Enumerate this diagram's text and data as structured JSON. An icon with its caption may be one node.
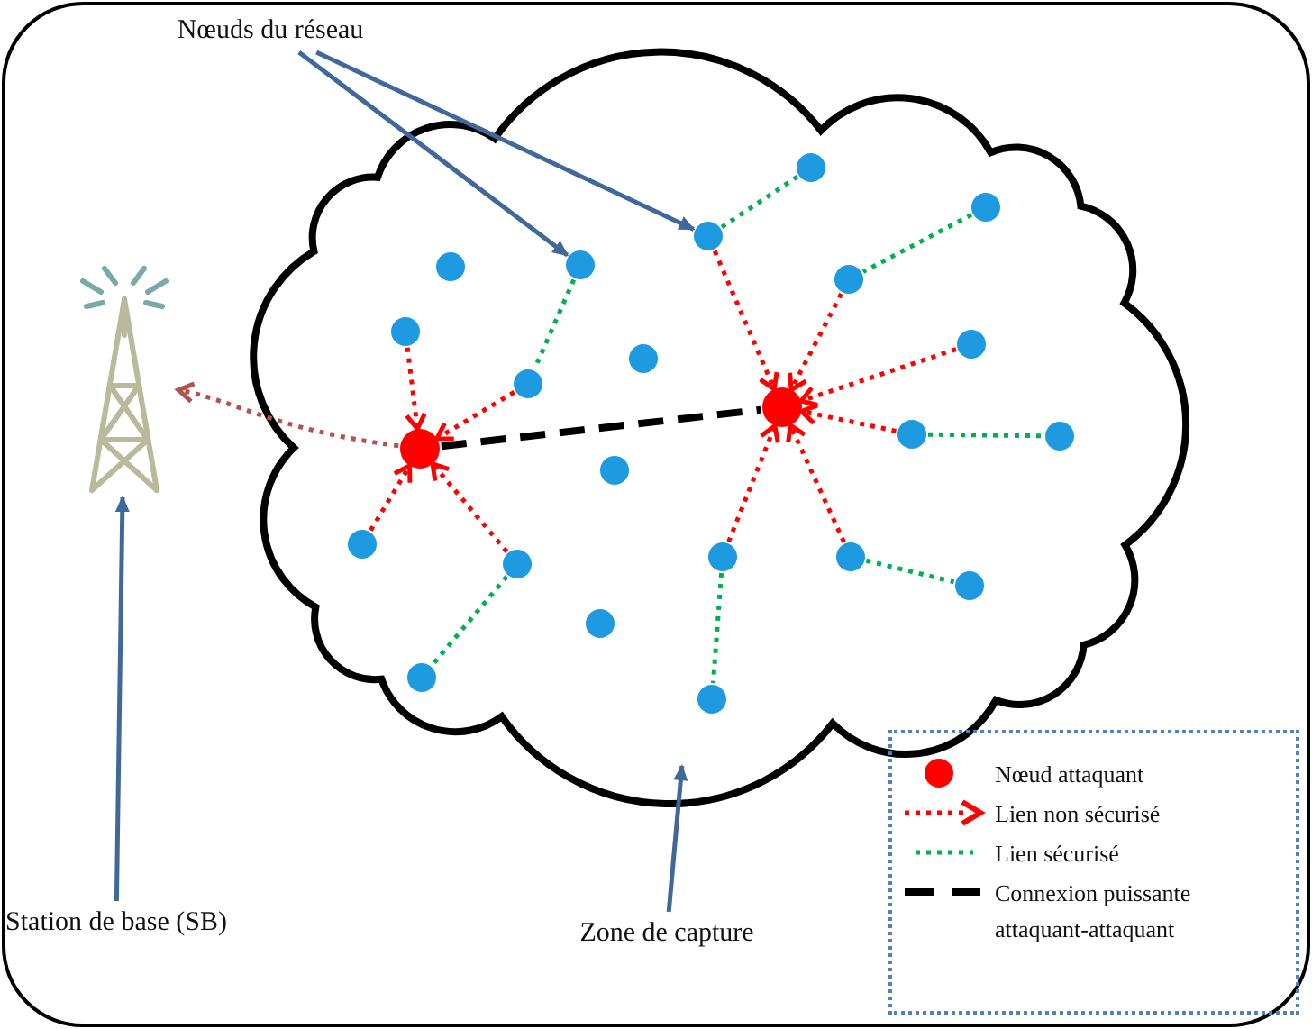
{
  "diagram": {
    "nodes": [
      {
        "text": [
          "Nœuds du réseau"
        ]
      },
      {
        "text": [],
        "shape": "picture"
      },
      {
        "text": [],
        "shape": "cloud"
      },
      {
        "text": [],
        "shape": "circle",
        "in": 2
      },
      {
        "text": [],
        "shape": "circle",
        "in": 2
      },
      {
        "text": [],
        "shape": "circle",
        "in": 2
      },
      {
        "text": [],
        "shape": "circle",
        "in": 2
      },
      {
        "text": [],
        "shape": "circle",
        "in": 2
      },
      {
        "text": [],
        "shape": "circle",
        "in": 2
      },
      {
        "text": [],
        "shape": "circle",
        "in": 2
      },
      {
        "text": [],
        "shape": "circle",
        "in": 2
      },
      {
        "text": [],
        "shape": "circle",
        "in": 2
      },
      {
        "text": [],
        "shape": "circle",
        "in": 2
      },
      {
        "text": [],
        "shape": "circle",
        "in": 2
      },
      {
        "text": [],
        "shape": "circle",
        "in": 2
      },
      {
        "text": [],
        "shape": "circle",
        "in": 2
      },
      {
        "text": [],
        "shape": "circle",
        "in": 2
      },
      {
        "text": [],
        "shape": "circle",
        "in": 2
      },
      {
        "text": [],
        "shape": "circle",
        "in": 2
      },
      {
        "text": [],
        "shape": "circle",
        "in": 2
      },
      {
        "text": [],
        "shape": "circle",
        "in": 2
      },
      {
        "text": [],
        "shape": "circle",
        "in": 2
      },
      {
        "text": [],
        "shape": "circle",
        "in": 2
      },
      {
        "text": [],
        "shape": "circle",
        "in": 2
      },
      {
        "text": [],
        "shape": "circle",
        "in": 2
      },
      {
        "text": [],
        "shape": "circle",
        "in": 2
      },
      {
        "text": [
          "Station de base (SB)"
        ]
      },
      {
        "text": [
          "Zone de capture"
        ]
      }
    ],
    "edges": [
      {
        "from": 0,
        "to": 6,
        "arrow": "to",
        "color": "#41689a"
      },
      {
        "from": 0,
        "to": 5,
        "arrow": "to",
        "color": "#41689a"
      },
      {
        "from": 26,
        "to": 1,
        "arrow": "to",
        "color": "#41689a"
      },
      {
        "from": 27,
        "to": 2,
        "arrow": "to",
        "color": "#41689a"
      },
      {
        "from": 9,
        "to": 16,
        "arrow": "to",
        "style": "dashed",
        "color": "#ff0000"
      },
      {
        "from": 12,
        "to": 16,
        "arrow": "to",
        "style": "dashed",
        "color": "#ff0000"
      },
      {
        "from": 18,
        "to": 16,
        "arrow": "to",
        "style": "dashed",
        "color": "#ff0000"
      },
      {
        "from": 21,
        "to": 16,
        "arrow": "to",
        "style": "dashed",
        "color": "#ff0000"
      },
      {
        "from": 6,
        "to": 12,
        "arrow": "none",
        "style": "dashed",
        "color": "#00b050"
      },
      {
        "from": 21,
        "to": 24,
        "arrow": "none",
        "style": "dashed",
        "color": "#00b050"
      },
      {
        "from": 16,
        "to": 1,
        "arrow": "to",
        "style": "dashed",
        "color": "#b5514d"
      },
      {
        "from": 16,
        "to": 13,
        "arrow": "none",
        "style": "dashed",
        "color": "#000000"
      },
      {
        "from": 5,
        "to": 13,
        "arrow": "to",
        "style": "dashed",
        "color": "#ff0000"
      },
      {
        "from": 8,
        "to": 13,
        "arrow": "to",
        "style": "dashed",
        "color": "#ff0000"
      },
      {
        "from": 10,
        "to": 13,
        "arrow": "to",
        "style": "dashed",
        "color": "#ff0000"
      },
      {
        "from": 14,
        "to": 13,
        "arrow": "to",
        "style": "dashed",
        "color": "#ff0000"
      },
      {
        "from": 19,
        "to": 13,
        "arrow": "to",
        "style": "dashed",
        "color": "#ff0000"
      },
      {
        "from": 20,
        "to": 13,
        "arrow": "to",
        "style": "dashed",
        "color": "#ff0000"
      },
      {
        "from": 3,
        "to": 5,
        "arrow": "none",
        "style": "dashed",
        "color": "#00b050"
      },
      {
        "from": 4,
        "to": 8,
        "arrow": "none",
        "style": "dashed",
        "color": "#00b050"
      },
      {
        "from": 14,
        "to": 15,
        "arrow": "none",
        "style": "dashed",
        "color": "#00b050"
      },
      {
        "from": 19,
        "to": 25,
        "arrow": "none",
        "style": "dashed",
        "color": "#00b050"
      },
      {
        "from": 20,
        "to": 22,
        "arrow": "none",
        "style": "dashed",
        "color": "#00b050"
      }
    ],
    "legend": [
      {
        "text": "Nœud attaquant",
        "color": "#ff0000"
      },
      {
        "text": "Lien non sécurisé"
      },
      {
        "text": "Lien sécurisé"
      },
      {
        "text": "Connexion puissante attaquant-attaquant"
      }
    ]
  }
}
